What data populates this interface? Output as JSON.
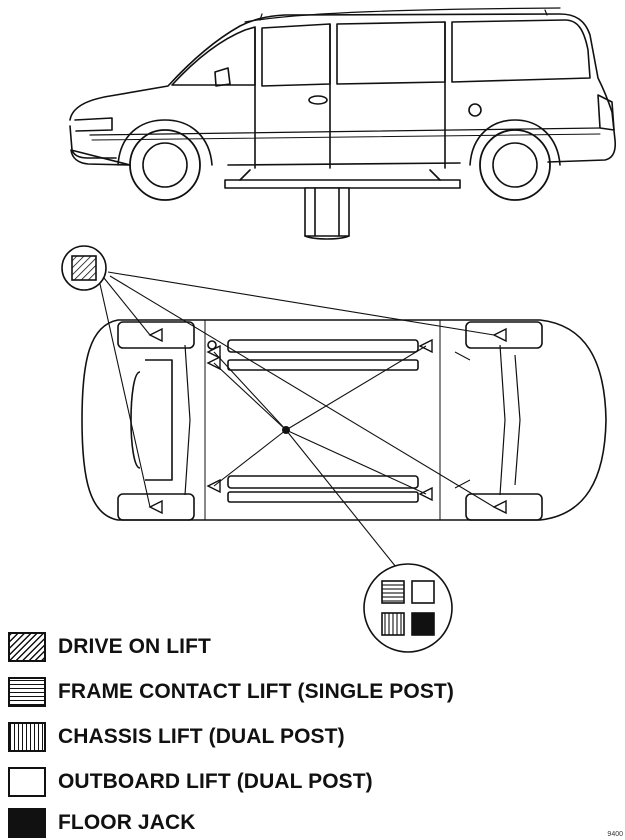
{
  "legend": [
    {
      "label": "DRIVE ON LIFT",
      "pattern": "diagonal-hatch"
    },
    {
      "label": "FRAME CONTACT LIFT (SINGLE POST)",
      "pattern": "horizontal-lines"
    },
    {
      "label": "CHASSIS LIFT (DUAL POST)",
      "pattern": "vertical-lines"
    },
    {
      "label": "OUTBOARD LIFT (DUAL POST)",
      "pattern": "empty"
    },
    {
      "label": "FLOOR JACK",
      "pattern": "solid"
    }
  ],
  "corner_mark": "9400",
  "colors": {
    "ink": "#111111",
    "paper": "#ffffff"
  }
}
